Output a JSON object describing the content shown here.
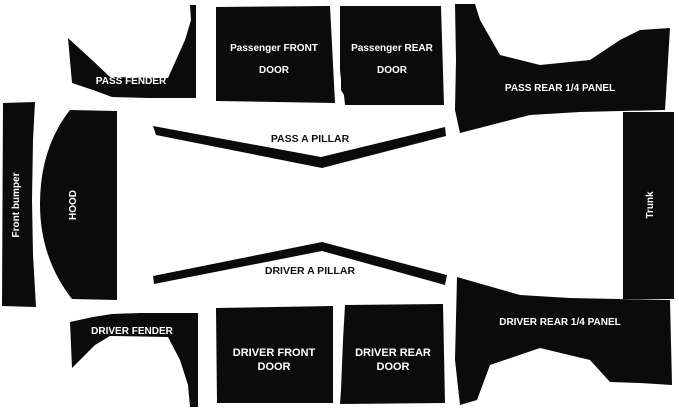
{
  "colors": {
    "panel": "#0b0b0b",
    "panel_text": "#ffffff",
    "pillar_text": "#111111",
    "background": "#ffffff"
  },
  "panels": {
    "pass_fender": "PASS FENDER",
    "passenger_front_door": [
      "Passenger FRONT",
      "DOOR"
    ],
    "passenger_rear_door": [
      "Passenger REAR",
      "DOOR"
    ],
    "pass_rear_quarter": "PASS REAR 1/4 PANEL",
    "pass_a_pillar": "PASS A PILLAR",
    "front_bumper": "Front bumper",
    "hood": "HOOD",
    "trunk": "Trunk",
    "driver_a_pillar": "DRIVER A PILLAR",
    "driver_fender": "DRIVER FENDER",
    "driver_front_door": [
      "DRIVER FRONT",
      "DOOR"
    ],
    "driver_rear_door": [
      "DRIVER REAR",
      "DOOR"
    ],
    "driver_rear_quarter": "DRIVER REAR 1/4 PANEL"
  }
}
